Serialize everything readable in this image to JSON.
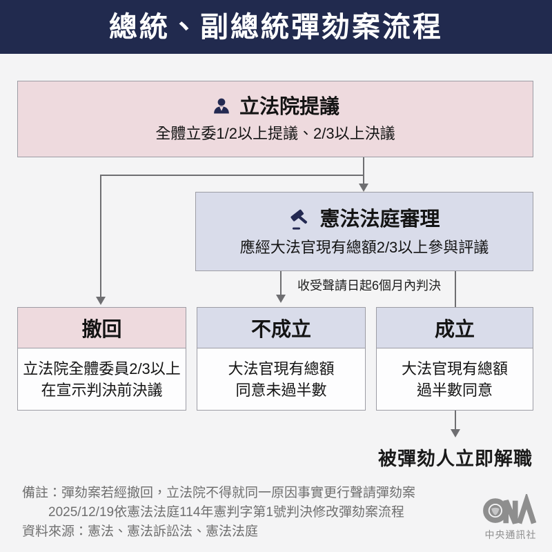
{
  "title": "總統、副總統彈劾案流程",
  "colors": {
    "title_bar_navy": "#212a4e",
    "pink_box": "#eedade",
    "lavender_box": "#d9dcea",
    "white_box": "#fdfdfe",
    "connector_gray": "#6e6e71",
    "footer_gray": "#6f6f6f",
    "logo_gray": "#8e8e8e",
    "background": "#f4f4f5"
  },
  "flow": {
    "propose": {
      "icon": "person-icon",
      "heading": "立法院提議",
      "detail": "全體立委1/2以上提議、2/3以上決議"
    },
    "review": {
      "icon": "gavel-icon",
      "heading": "憲法法庭審理",
      "detail": "應經大法官現有總額2/3以上參與評議"
    },
    "deadline_label": "收受聲請日起6個月內判決",
    "outcomes": [
      {
        "heading": "撤回",
        "lines": [
          "立法院全體委員2/3以上",
          "在宣示判決前決議"
        ]
      },
      {
        "heading": "不成立",
        "lines": [
          "大法官現有總額",
          "同意未過半數"
        ]
      },
      {
        "heading": "成立",
        "lines": [
          "大法官現有總額",
          "過半數同意"
        ]
      }
    ],
    "result": "被彈劾人立即解職"
  },
  "footer": {
    "note_line_1": "備註：彈劾案若經撤回，立法院不得就同一原因事實更行聲請彈劾案",
    "note_line_2": "2025/12/19依憲法法庭114年憲判字第1號判決修改彈劾案流程",
    "source_line": "資料來源：憲法、憲法訴訟法、憲法法庭",
    "agency_name": "中央通訊社"
  }
}
